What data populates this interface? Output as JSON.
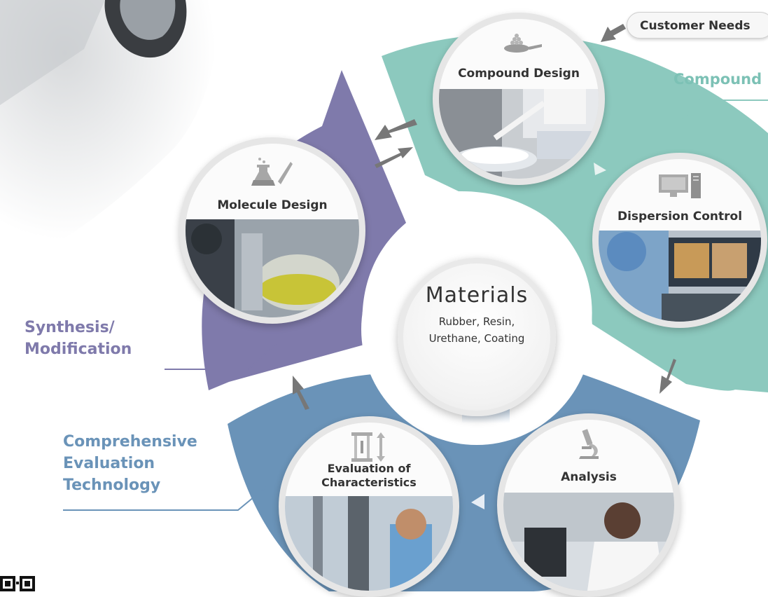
{
  "badge": {
    "customer_needs": "Customer Needs"
  },
  "center": {
    "title": "Materials",
    "line1": "Rubber, Resin,",
    "line2": "Urethane, Coating"
  },
  "sections": {
    "compound": "Compound",
    "synthesis_line1": "Synthesis/",
    "synthesis_line2": "Modification",
    "evaluation_line1": "Comprehensive",
    "evaluation_line2": "Evaluation",
    "evaluation_line3": "Technology"
  },
  "steps": {
    "compound_design": "Compound Design",
    "dispersion_control": "Dispersion Control",
    "analysis": "Analysis",
    "evaluation_line1": "Evaluation of",
    "evaluation_line2": "Characteristics",
    "molecule_design": "Molecule Design"
  },
  "colors": {
    "teal": "#8cc9be",
    "purple": "#7f7aab",
    "blue": "#6a93b8",
    "arrow_gray": "#777777",
    "arrow_blue": "#2b5d93"
  },
  "icons": [
    "weighing-scoop-icon",
    "computer-icon",
    "microscope-icon",
    "tensile-tester-icon",
    "flask-dropper-icon",
    "qr-code-icon"
  ]
}
